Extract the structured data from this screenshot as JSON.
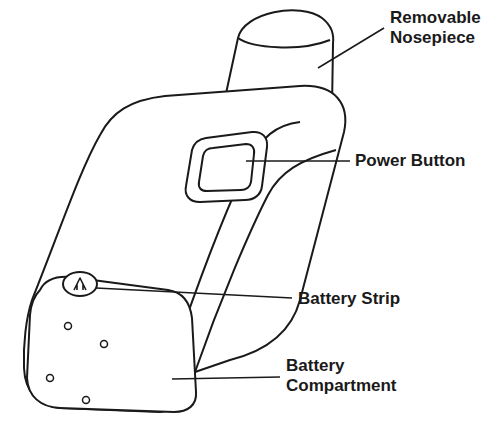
{
  "diagram": {
    "labels": [
      "Removable Nosepiece",
      "Power Button",
      "Battery Strip",
      "Battery Compartment"
    ]
  }
}
